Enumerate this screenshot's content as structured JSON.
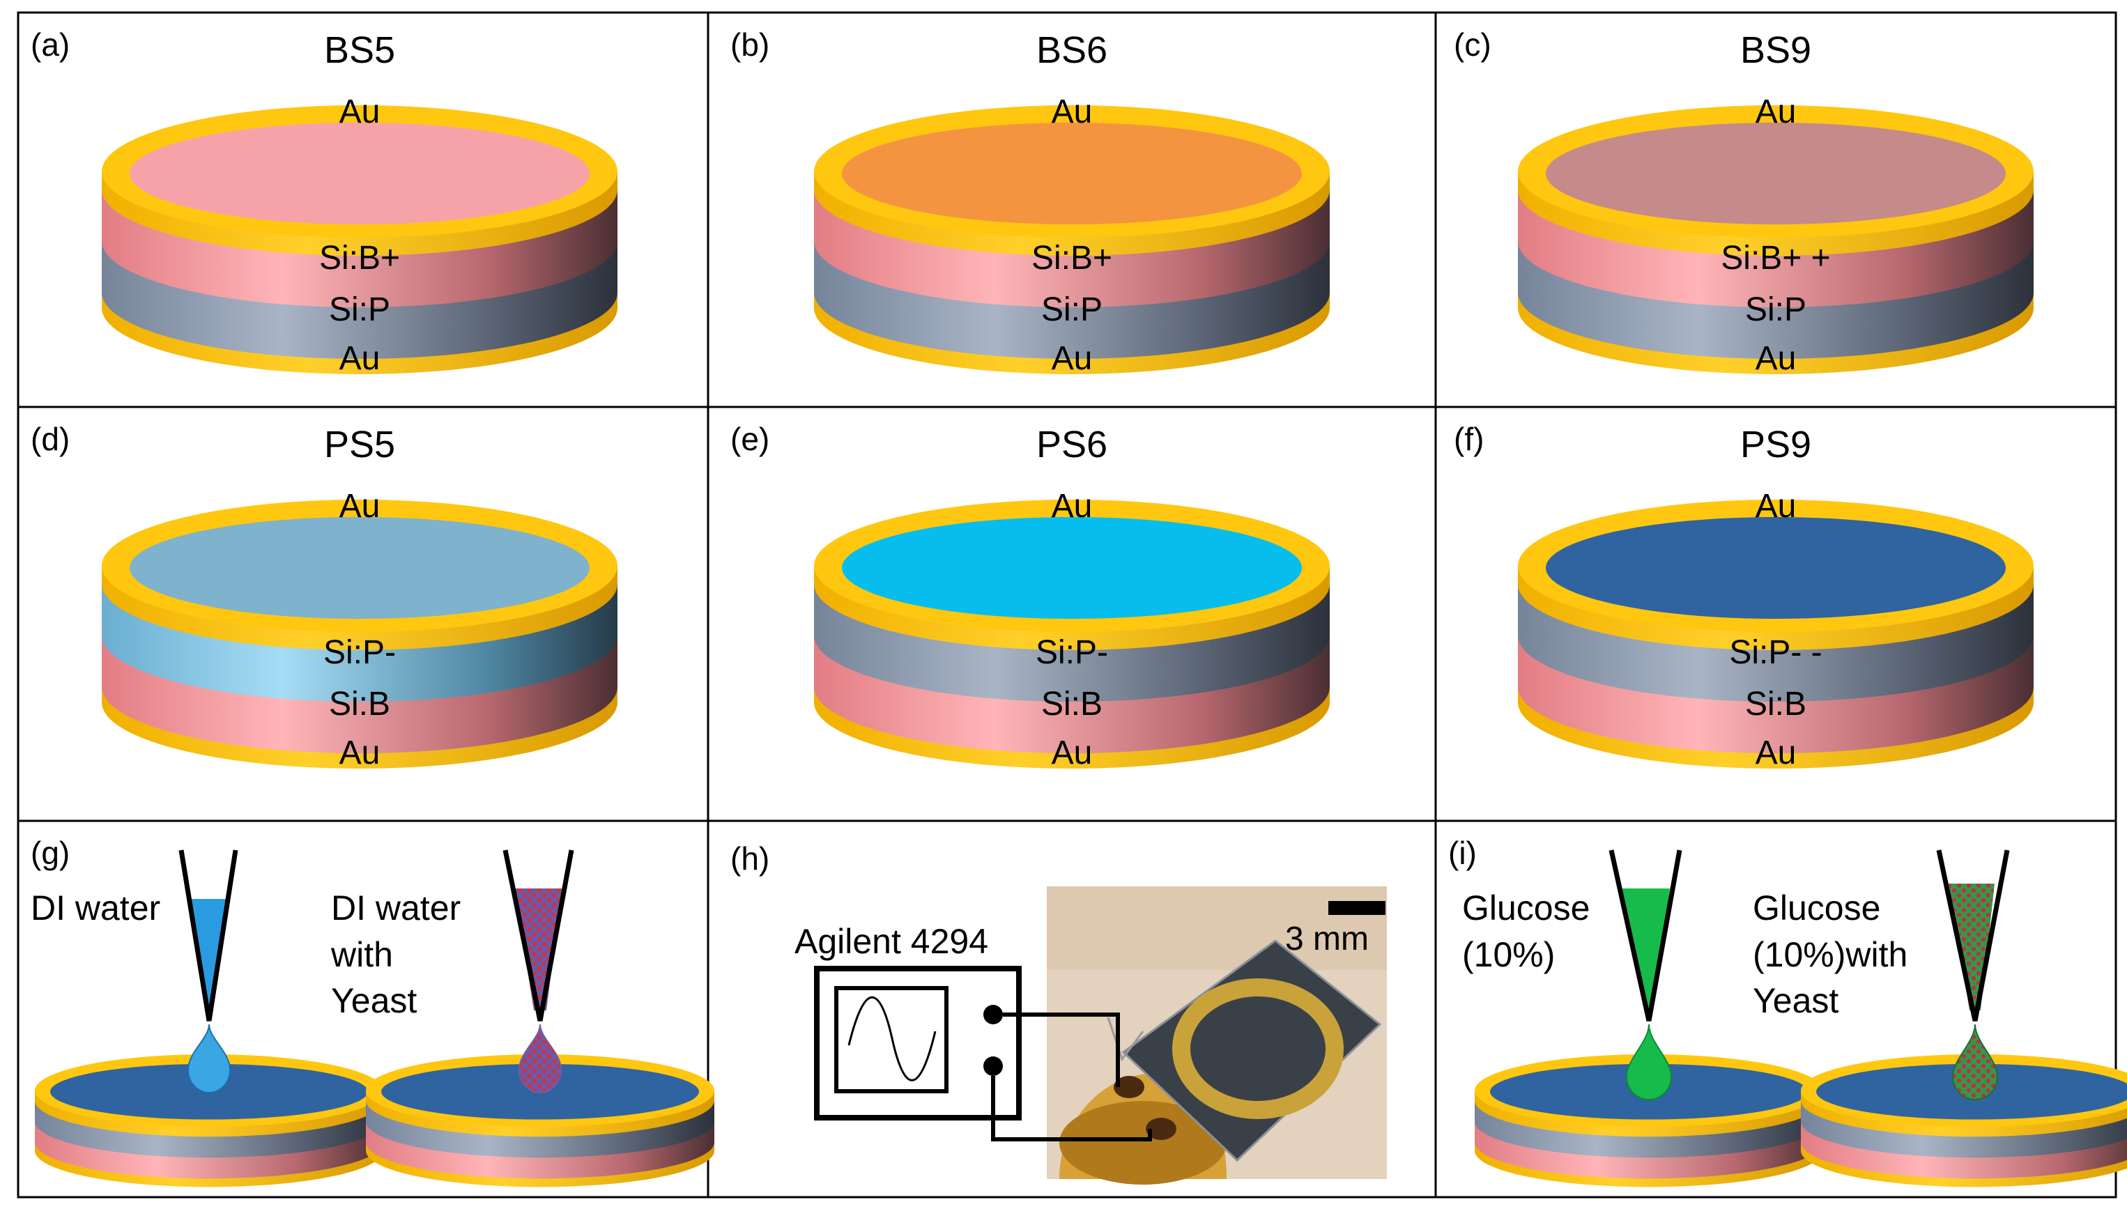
{
  "colors": {
    "gold": "#f5b800",
    "gold_top": "#ffc70f",
    "pink": "#f5a3a8",
    "orange": "#f59440",
    "mauve": "#c58a8a",
    "steel_blue": "#7fb2cc",
    "cyan": "#07bdee",
    "deep_blue": "#2f64a0",
    "band_pink": "#ef8a90",
    "band_gray": "#8996a8",
    "band_lightblue": "#86c7e6",
    "water": "#2a9be0",
    "glucose": "#17bb4c",
    "yeast": "#cc3344"
  },
  "panels": [
    {
      "letter": "(a)",
      "title": "BS5",
      "top_label": "Au",
      "layers": [
        "Si:B+",
        "Si:P"
      ],
      "bottom_label": "Au"
    },
    {
      "letter": "(b)",
      "title": "BS6",
      "top_label": "Au",
      "layers": [
        "Si:B+",
        "Si:P"
      ],
      "bottom_label": "Au"
    },
    {
      "letter": "(c)",
      "title": "BS9",
      "top_label": "Au",
      "layers": [
        "Si:B+ +",
        "Si:P"
      ],
      "bottom_label": "Au"
    },
    {
      "letter": "(d)",
      "title": "PS5",
      "top_label": "Au",
      "layers": [
        "Si:P-",
        "Si:B"
      ],
      "bottom_label": "Au"
    },
    {
      "letter": "(e)",
      "title": "PS6",
      "top_label": "Au",
      "layers": [
        "Si:P-",
        "Si:B"
      ],
      "bottom_label": "Au"
    },
    {
      "letter": "(f)",
      "title": "PS9",
      "top_label": "Au",
      "layers": [
        "Si:P- -",
        "Si:B"
      ],
      "bottom_label": "Au"
    }
  ],
  "panel_g": {
    "letter": "(g)",
    "label_left": "DI water",
    "label_right": [
      "DI water",
      "with",
      "Yeast"
    ]
  },
  "panel_h": {
    "letter": "(h)",
    "instrument": "Agilent 4294",
    "scale": "3 mm"
  },
  "panel_i": {
    "letter": "(i)",
    "label_left": [
      "Glucose",
      "(10%)"
    ],
    "label_right": [
      "Glucose",
      "(10%)with",
      "Yeast"
    ]
  }
}
